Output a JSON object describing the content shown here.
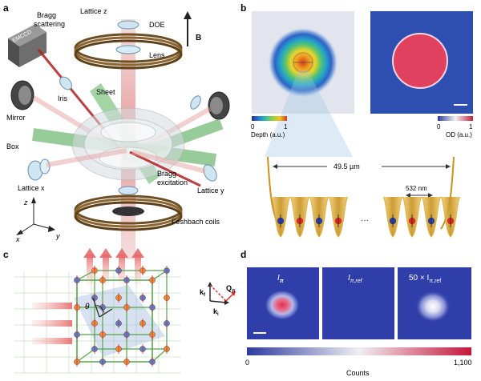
{
  "panels": {
    "a": {
      "letter": "a",
      "labels": {
        "lattice_z": "Lattice z",
        "doe": "DOE",
        "bragg_scattering_1": "Bragg",
        "bragg_scattering_2": "scattering",
        "emccd": "EMCCD",
        "lens": "Lens",
        "b_field": "B",
        "iris": "Iris",
        "sheet": "Sheet",
        "mirror": "Mirror",
        "box": "Box",
        "bragg_excitation_1": "Bragg",
        "bragg_excitation_2": "excitation",
        "lattice_x": "Lattice x",
        "lattice_y": "Lattice y",
        "feshbach": "Feshbach coils",
        "axis_x": "x",
        "axis_y": "y",
        "axis_z": "z"
      }
    },
    "b": {
      "letter": "b",
      "depth_ticks": [
        "0",
        "1"
      ],
      "depth_label": "Depth (a.u.)",
      "od_ticks": [
        "0",
        "1"
      ],
      "od_label": "OD (a.u.)",
      "size_label": "49.5 µm",
      "spacing_label": "532 nm",
      "ellipsis": "···"
    },
    "c": {
      "letter": "c",
      "theta": "θ",
      "kf": "k",
      "kf_sub": "f",
      "ki": "k",
      "ki_sub": "i",
      "q": "Q",
      "q_sub": "π"
    },
    "d": {
      "letter": "d",
      "img1_main": "I",
      "img1_sub": "π",
      "img2_main": "I",
      "img2_sub": "π,ref",
      "img3_prefix": "50 × I",
      "img3_sub": "π,ref",
      "cbar_min": "0",
      "cbar_max": "1,100",
      "cbar_label": "Counts"
    }
  },
  "colors": {
    "background": "#ffffff",
    "panel_b_bg": "#e2e5ee",
    "od_bg": "#2e4fb0",
    "od_disk": "#e0415e",
    "count_bg": "#2f3ea8",
    "lattice_green": "#58a34a",
    "atom_blue": "#2b3f9e",
    "atom_red": "#d92b22",
    "atom_orange": "#f08a3a",
    "gold": "#d8a935",
    "coil": "#6f4e23"
  }
}
